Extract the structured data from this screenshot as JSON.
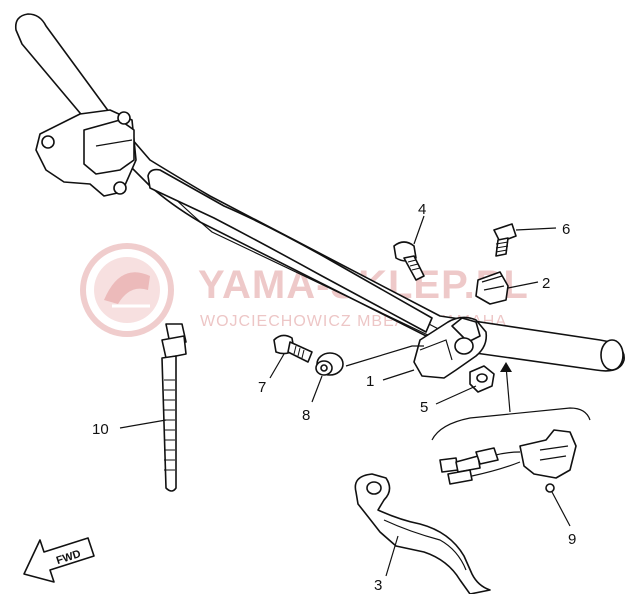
{
  "watermark": {
    "brand": "YAMA-SKLEP.PL",
    "subtitle": "WOJCIECHOWICZ MBEAUT YAMAHA"
  },
  "fwd_label": "FWD",
  "callouts": [
    {
      "id": "1",
      "label": "1"
    },
    {
      "id": "2",
      "label": "2"
    },
    {
      "id": "3",
      "label": "3"
    },
    {
      "id": "4",
      "label": "4"
    },
    {
      "id": "5",
      "label": "5"
    },
    {
      "id": "6",
      "label": "6"
    },
    {
      "id": "7",
      "label": "7"
    },
    {
      "id": "8",
      "label": "8"
    },
    {
      "id": "9",
      "label": "9"
    },
    {
      "id": "10",
      "label": "10"
    }
  ],
  "colors": {
    "line": "#111111",
    "watermark": "#e9b8b8"
  }
}
